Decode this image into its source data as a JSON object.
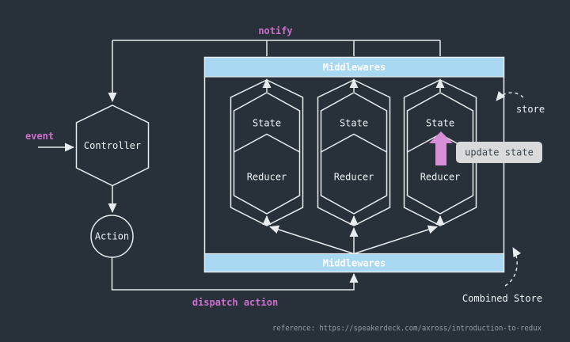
{
  "colors": {
    "background": "#283139",
    "line": "#e8ecee",
    "text": "#eef2f4",
    "accent_pink": "#cd6ecd",
    "arrow_pink": "#d78fd7",
    "middleware_bar": "#a8d8f2",
    "tooltip_bg": "#d8dadb",
    "tooltip_text": "#3c4850",
    "reference_text": "#919ba2"
  },
  "flow": {
    "notify_label": "notify",
    "event_label": "event",
    "dispatch_label": "dispatch action"
  },
  "nodes": {
    "controller": "Controller",
    "action": "Action"
  },
  "store_box": {
    "middlewares_top": "Middlewares",
    "middlewares_bottom": "Middlewares",
    "columns": [
      {
        "state": "State",
        "reducer": "Reducer"
      },
      {
        "state": "State",
        "reducer": "Reducer"
      },
      {
        "state": "State",
        "reducer": "Reducer"
      }
    ]
  },
  "annotations": {
    "store": "store",
    "update_state": "update state",
    "combined_store": "Combined Store"
  },
  "footer": {
    "reference": "reference: https://speakerdeck.com/axross/introduction-to-redux"
  }
}
